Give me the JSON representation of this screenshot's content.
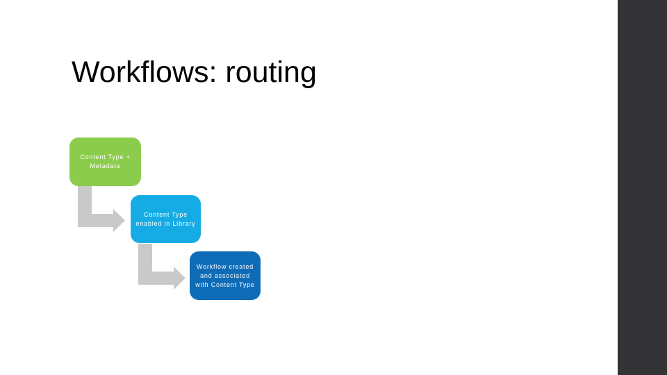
{
  "slide": {
    "title": "Workflows: routing",
    "background_color": "#FFFFFF",
    "title_color": "#000000",
    "side_panel_color": "#333336"
  },
  "diagram": {
    "type": "stepped-process-flow",
    "connector_color": "#C9C9C9",
    "step_text_color": "#FFFFFF",
    "steps": [
      {
        "id": "step-1",
        "fill": "#8CCC4C",
        "lines": [
          "Content Type +",
          "Metadata"
        ]
      },
      {
        "id": "step-2",
        "fill": "#15ACE5",
        "lines": [
          "Content Type",
          "enabled in Library"
        ]
      },
      {
        "id": "step-3",
        "fill": "#0E6CB7",
        "lines": [
          "Workflow created",
          "and associated",
          "with Content Type"
        ]
      }
    ]
  }
}
